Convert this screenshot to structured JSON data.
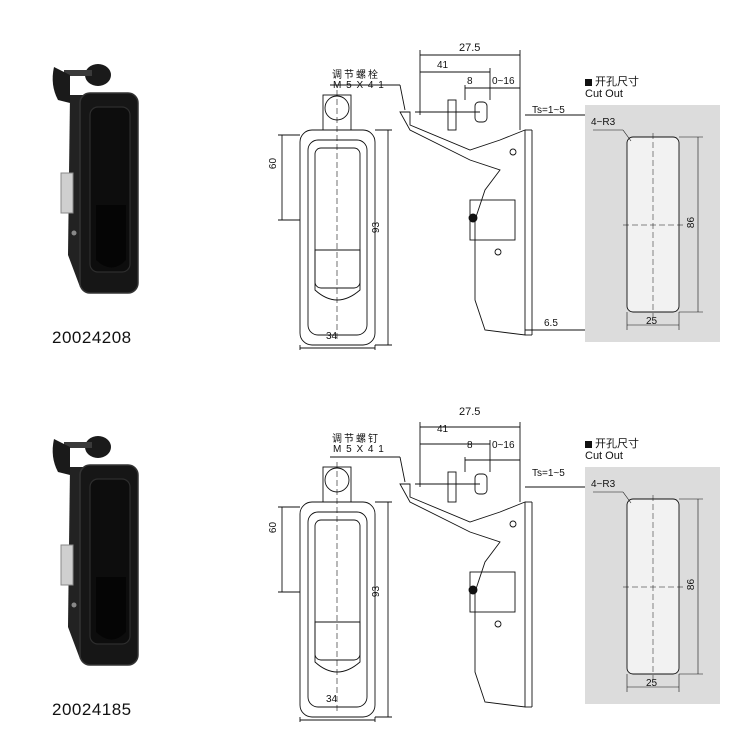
{
  "products": [
    {
      "part_number": "20024208",
      "screw_label_cn": "调节螺栓",
      "screw_spec": "M 5 X 4 1"
    },
    {
      "part_number": "20024185",
      "screw_label_cn": "调节螺钉",
      "screw_spec": "M 5 X 4 1"
    }
  ],
  "dimensions": {
    "overall_depth": "27.5",
    "arm_length": "41",
    "screw_offset": "8",
    "adjust_range": "0~16",
    "thickness": "Ts=1~5",
    "height_upper": "60",
    "height_total": "93",
    "width": "34",
    "base_thickness": "6.5"
  },
  "cutout": {
    "title_cn": "开孔尺寸",
    "title_en": "Cut Out",
    "radius": "4−R3",
    "height": "86",
    "width": "25"
  },
  "colors": {
    "latch_body": "#1a1a1a",
    "cutout_bg": "#dcdcdc",
    "line": "#111111"
  }
}
